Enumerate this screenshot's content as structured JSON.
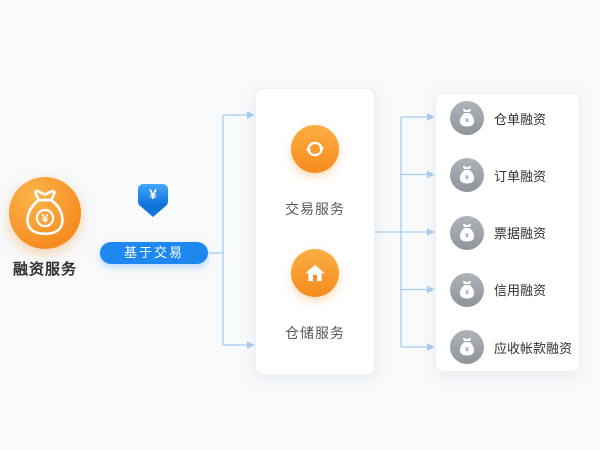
{
  "colors": {
    "background": "#F7F9FB",
    "accent_orange": "#F68B1E",
    "accent_blue": "#1E88F0",
    "connector_blue": "#A9CCEC",
    "icon_gray": "#9AA0A7",
    "card_white": "#FFFFFF",
    "text_dark": "#303133"
  },
  "source": {
    "label": "融资服务",
    "icon": "money-bag-icon",
    "yen": "¥"
  },
  "flow": {
    "arrow_icon": "yen-down-arrow-icon",
    "arrow_yen": "¥",
    "badge_label": "基于交易"
  },
  "services_card": {
    "items": [
      {
        "icon": "exchange-icon",
        "label": "交易服务"
      },
      {
        "icon": "warehouse-icon",
        "label": "仓储服务"
      }
    ]
  },
  "financing_card": {
    "icon": "money-bag-icon",
    "icon_yen": "¥",
    "items": [
      {
        "label": "仓单融资"
      },
      {
        "label": "订单融资"
      },
      {
        "label": "票据融资"
      },
      {
        "label": "信用融资"
      },
      {
        "label": "应收帐款融资"
      }
    ]
  }
}
